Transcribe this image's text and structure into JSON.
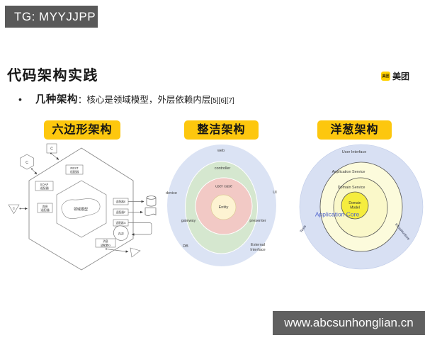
{
  "watermarks": {
    "top_badge": "TG: MYYJJPP",
    "bottom_url": "www.abcsunhonglian.cn"
  },
  "slide": {
    "title": "代码架构实践",
    "logo": {
      "badge": "美团",
      "wordmark": "美团"
    },
    "bullet": {
      "marker": "•",
      "term": "几种架构",
      "separator": "：",
      "description": "核心是领域模型，外层依赖内层",
      "references": "[5][6][7]"
    }
  },
  "section_headers": [
    {
      "label": "六边形架构"
    },
    {
      "label": "整洁架构"
    },
    {
      "label": "洋葱架构"
    }
  ],
  "hexagonal": {
    "client_box": "C",
    "client_hex": "C",
    "client_triangle": "C",
    "adapter_rest_l1": "REST",
    "adapter_rest_l2": "适配器",
    "adapter_soap_l1": "SOAP",
    "adapter_soap_l2": "适配器",
    "adapter_msg_l1": "消息",
    "adapter_msg_l2": "适配器",
    "domain_model": "领域模型",
    "adapter_e": "适配器E",
    "adapter_f": "适配器F",
    "adapter_g": "适配器G",
    "memory": "内存",
    "adapter_msg_g_l1": "消息",
    "adapter_msg_g_l2": "适配器G"
  },
  "clean": {
    "web": "web",
    "device": "device",
    "ui": "UI",
    "db": "DB",
    "external_l1": "External",
    "external_l2": "Interface",
    "controller": "controller",
    "gateway": "gateway",
    "presenter": "presenter",
    "use_case": "user case",
    "entity": "Entity"
  },
  "onion": {
    "user_interface": "User Interface",
    "application_service": "Application Service",
    "domain_service": "Domain Service",
    "domain_model_l1": "Domain",
    "domain_model_l2": "Model",
    "application_core": "Application Core",
    "tests": "Tests",
    "infrastructure": "Infrastructure"
  },
  "colors": {
    "accent_yellow": "#fdc70e",
    "bar_gray": "#5d5d5d",
    "ring_blue": "#dbe3f4",
    "ring_green": "#d5e7cf",
    "ring_pink": "#f2c9c5",
    "ring_cream": "#fdf3d2",
    "onion_outer_yellow": "#fcfbdc",
    "onion_inner_yellow": "#faf8c9",
    "onion_core_yellow": "#f5ed3e",
    "application_core_text": "#4f63cc"
  }
}
